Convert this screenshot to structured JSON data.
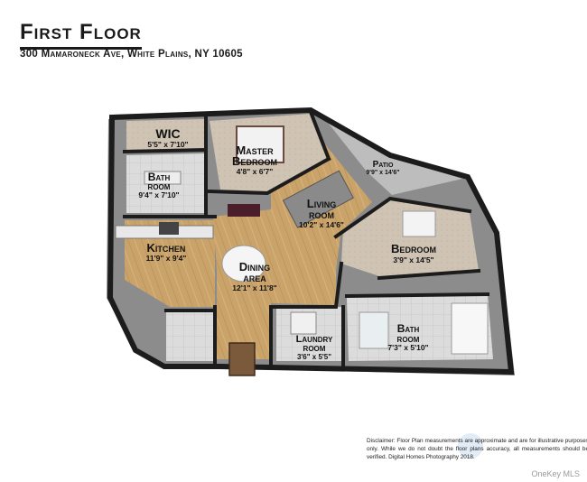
{
  "header": {
    "title": "First Floor",
    "address": "300 Mamaroneck Ave, White Plains, NY 10605"
  },
  "rooms": {
    "wic": {
      "name": "WIC",
      "dims": "5'5\" x 7'10\""
    },
    "master_bedroom": {
      "name_line1": "Master",
      "name_line2": "Bedroom",
      "dims": "4'8\" x 6'7\""
    },
    "bath1": {
      "name_line1": "Bath",
      "name_line2": "room",
      "dims": "9'4\" x 7'10\""
    },
    "patio": {
      "name": "Patio",
      "dims": "9'9\" x 14'6\""
    },
    "living_room": {
      "name_line1": "Living",
      "name_line2": "room",
      "dims": "10'2\" x 14'6\""
    },
    "kitchen": {
      "name": "Kitchen",
      "dims": "11'9\" x 9'4\""
    },
    "bedroom": {
      "name": "Bedroom",
      "dims": "3'9\" x 14'5\""
    },
    "dining_area": {
      "name_line1": "Dining",
      "name_line2": "area",
      "dims": "12'1\" x 11'8\""
    },
    "laundry_room": {
      "name_line1": "Laundry",
      "name_line2": "room",
      "dims": "3'6\" x 5'5\""
    },
    "bath2": {
      "name_line1": "Bath",
      "name_line2": "room",
      "dims": "7'3\" x 5'10\""
    }
  },
  "disclaimer": "Disclaimer: Floor Plan measurements are approximate and are for illustrative purposes only. While we do not doubt the floor plans accuracy, all measurements should be verified. Digital Homes Photography 2018.",
  "watermark": "OneKey MLS",
  "colors": {
    "wall_top": "#1c1c1c",
    "wall_side": "#8f8f8f",
    "floor_wood": "#c9a36a",
    "floor_tile": "#d8d8d8",
    "floor_carpet": "#cdbfae"
  }
}
